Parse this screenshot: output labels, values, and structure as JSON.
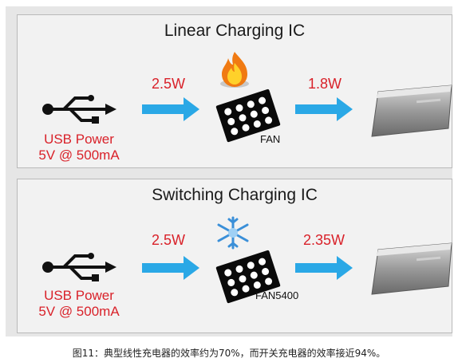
{
  "panels": [
    {
      "title": "Linear Charging IC",
      "usb_line1": "USB Power",
      "usb_line2": "5V @ 500mA",
      "input_power": "2.5W",
      "output_power": "1.8W",
      "chip_label": "FAN",
      "effect_icon": "flame-icon"
    },
    {
      "title": "Switching Charging IC",
      "usb_line1": "USB Power",
      "usb_line2": "5V @ 500mA",
      "input_power": "2.5W",
      "output_power": "2.35W",
      "chip_label": "FAN5400",
      "effect_icon": "snowflake-icon"
    }
  ],
  "caption": "图11：典型线性充电器的效率约为70%，而开关充电器的效率接近94%。",
  "colors": {
    "arrow": "#2aa8e6",
    "label_red": "#d9222a",
    "chip": "#0a0a0a"
  }
}
